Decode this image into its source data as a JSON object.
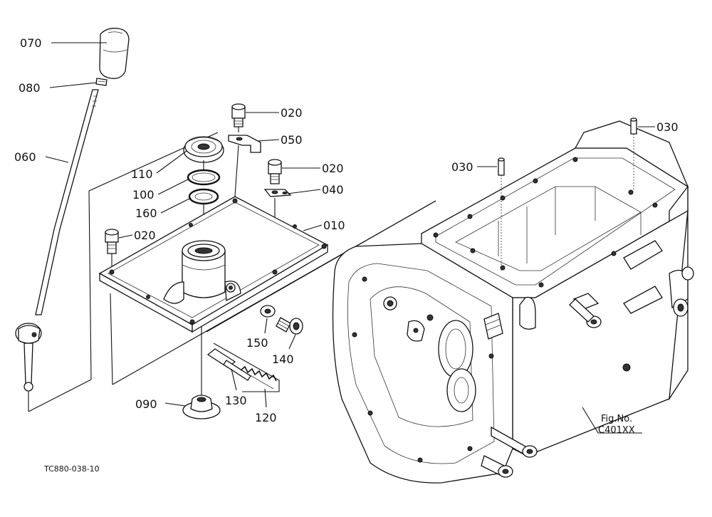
{
  "callouts": [
    {
      "id": "knob",
      "label": "070"
    },
    {
      "id": "nut",
      "label": "080"
    },
    {
      "id": "lever",
      "label": "060"
    },
    {
      "id": "bolt-a",
      "label": "020"
    },
    {
      "id": "clip",
      "label": "050"
    },
    {
      "id": "bolt-b",
      "label": "020"
    },
    {
      "id": "seal",
      "label": "110"
    },
    {
      "id": "ring",
      "label": "100"
    },
    {
      "id": "washer",
      "label": "160"
    },
    {
      "id": "plate",
      "label": "040"
    },
    {
      "id": "bolt-c",
      "label": "020"
    },
    {
      "id": "cover",
      "label": "010"
    },
    {
      "id": "pin-a",
      "label": "030"
    },
    {
      "id": "pin-b",
      "label": "030"
    },
    {
      "id": "gasket",
      "label": "150"
    },
    {
      "id": "screw",
      "label": "140"
    },
    {
      "id": "guide",
      "label": "090"
    },
    {
      "id": "stopper",
      "label": "130"
    },
    {
      "id": "spring",
      "label": "120"
    }
  ],
  "fig_no": {
    "line1": "Fig.No.",
    "line2": "C401XX"
  },
  "drawing_code": "TC880-038-10"
}
